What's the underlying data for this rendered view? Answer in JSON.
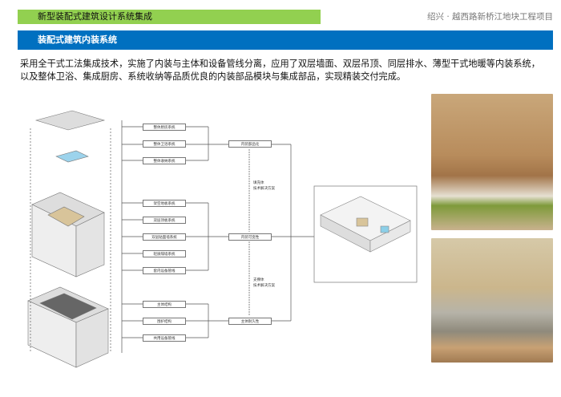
{
  "header": {
    "section_title": "新型装配式建筑设计系统集成",
    "project": "绍兴 · 越西路新桥江地块工程项目"
  },
  "subheader": {
    "title": "装配式建筑内装系统"
  },
  "description": "采用全干式工法集成技术，实施了内装与主体和设备管线分离，应用了双层墙面、双层吊顶、同层排水、薄型干式地暖等内装系统，以及整体卫浴、集成厨房、系统收纳等品质优良的内装部品模块与集成部品，实现精装交付完成。",
  "diagram": {
    "left_boxes": [
      "整体厨房系统",
      "整体卫浴系统",
      "整体收纳系统",
      "架空地板系统",
      "双层顶板系统",
      "双层贴面墙系统",
      "轻质隔墙系统",
      "套内设备管线",
      "主体结构",
      "围护结构",
      "共用设备管线"
    ],
    "middle_boxes": [
      "内装部品化",
      "内装可变性",
      "主体耐久性"
    ],
    "notes": [
      "填充体\n技术解决方案",
      "支撑体\n技术解决方案"
    ]
  }
}
